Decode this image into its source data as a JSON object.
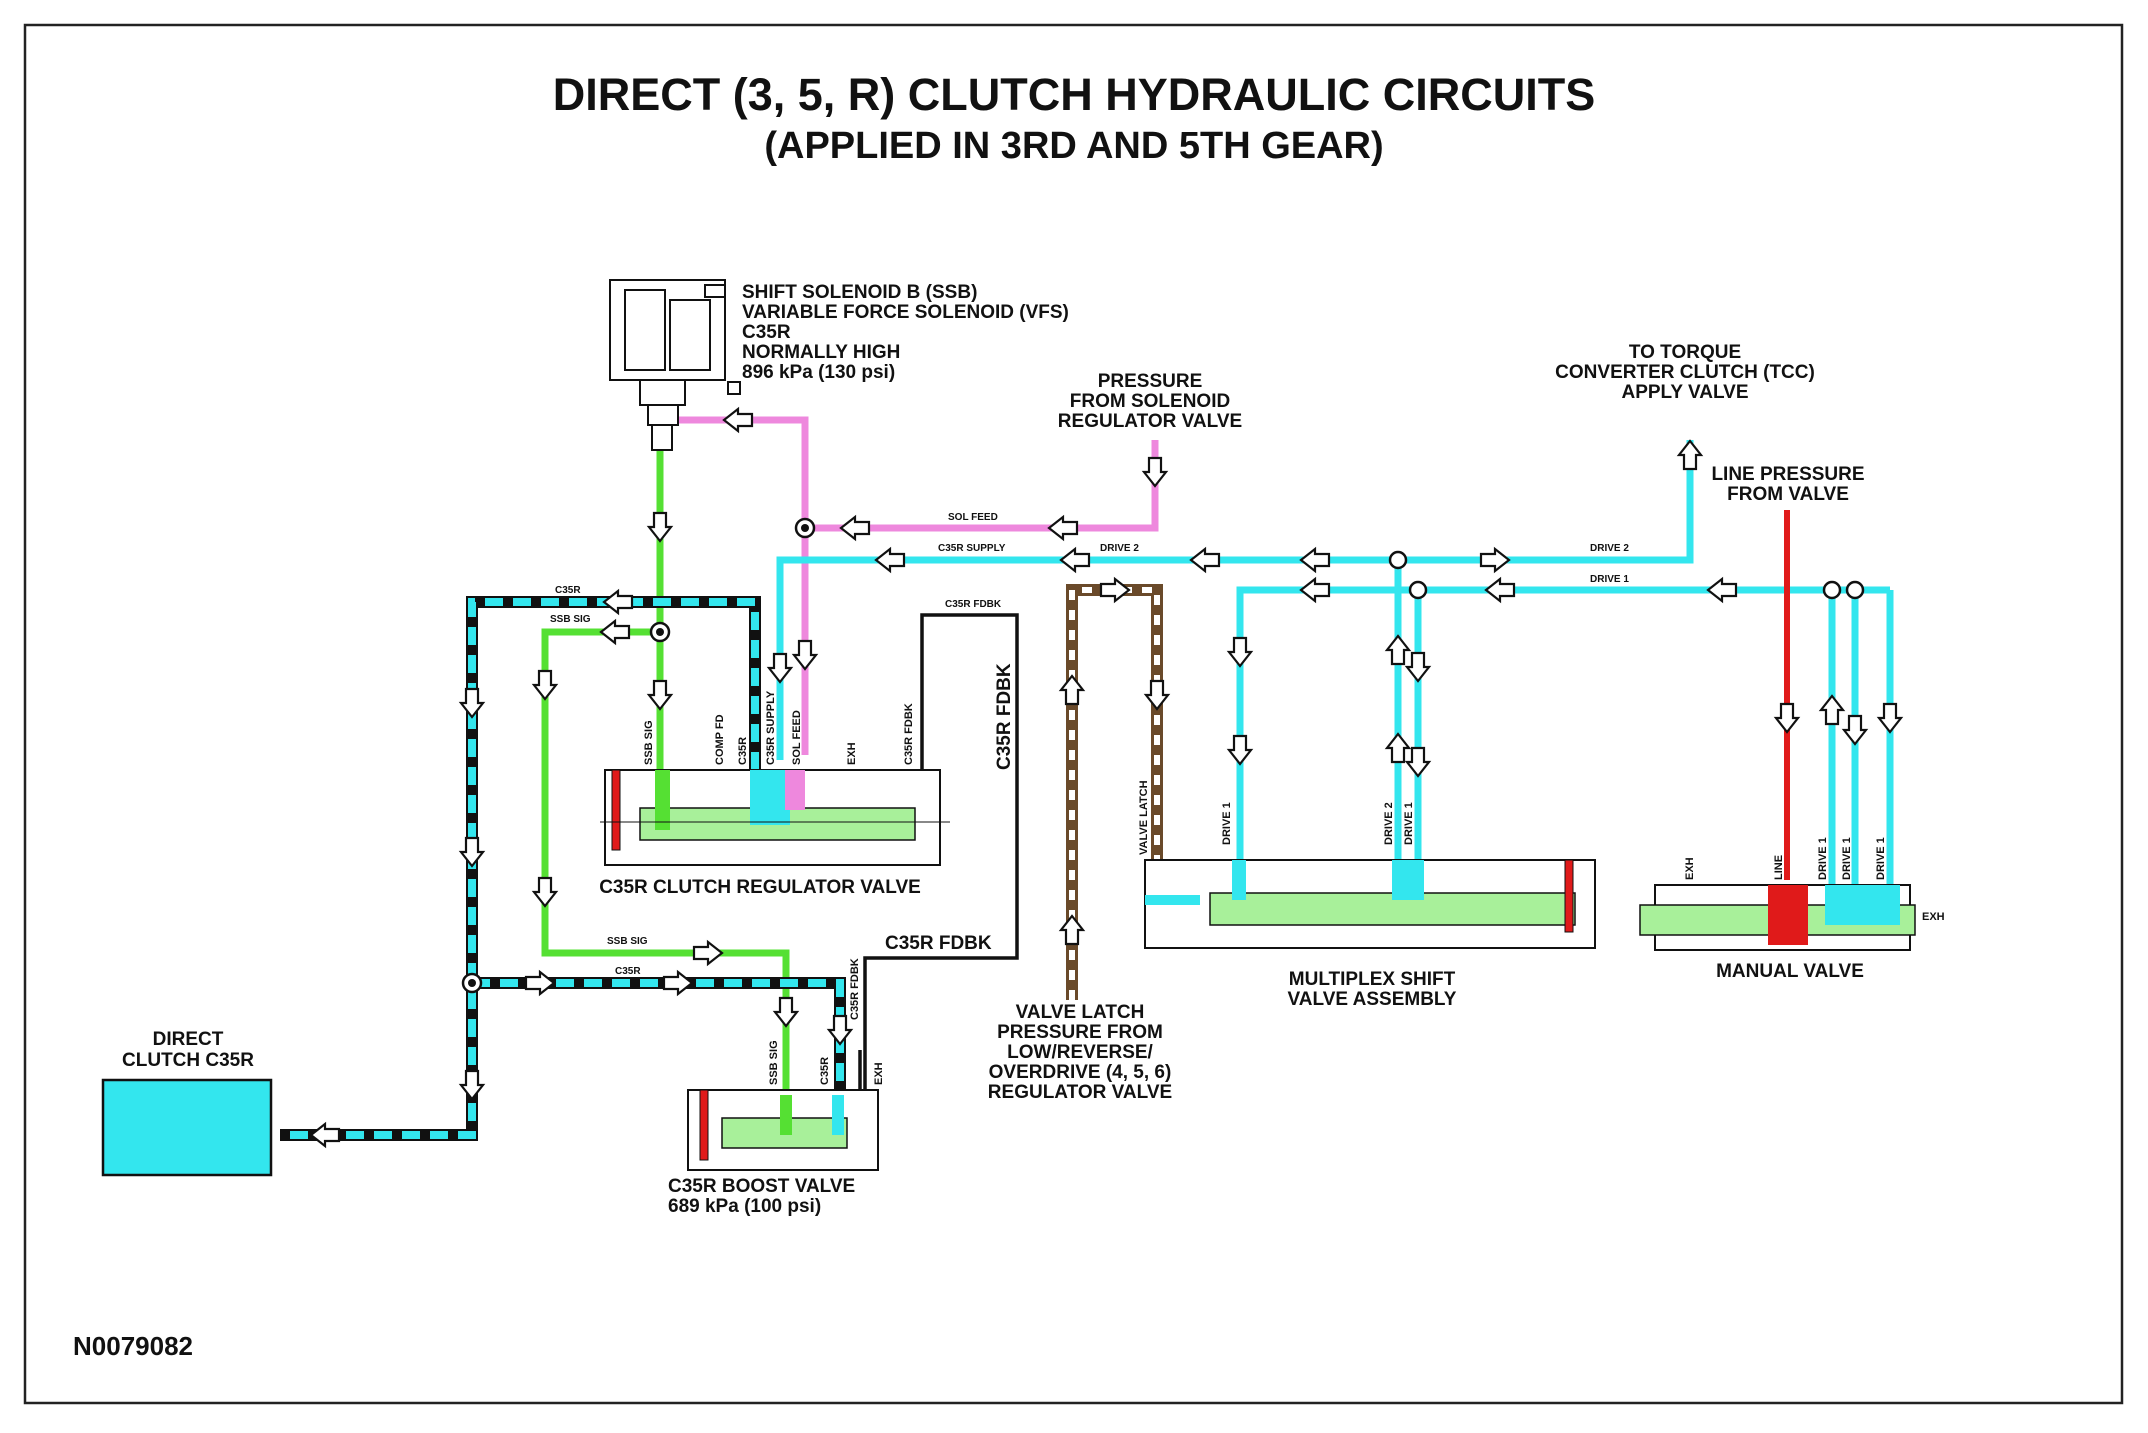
{
  "title": "DIRECT (3, 5, R) CLUTCH HYDRAULIC CIRCUITS",
  "subtitle": "(APPLIED IN 3RD AND 5TH GEAR)",
  "figure_id": "N0079082",
  "colors": {
    "cyan_circuit": "#33e6ee",
    "green_circuit": "#55e033",
    "pink_circuit": "#ee88dd",
    "red_line": "#e01a1a",
    "latch_brown": "#6a4a2a",
    "frame": "#222222",
    "valve_green": "#a8f09a"
  },
  "labels": {
    "ssb": [
      "SHIFT SOLENOID B (SSB)",
      "VARIABLE FORCE SOLENOID (VFS)",
      "C35R",
      "NORMALLY HIGH",
      "896 kPa (130 psi)"
    ],
    "pressure_sol": [
      "PRESSURE",
      "FROM SOLENOID",
      "REGULATOR VALVE"
    ],
    "tcc": [
      "TO TORQUE",
      "CONVERTER CLUTCH (TCC)",
      "APPLY VALVE"
    ],
    "line_pressure": [
      "LINE PRESSURE",
      "FROM VALVE"
    ],
    "c35r_reg": "C35R CLUTCH REGULATOR VALVE",
    "multiplex": [
      "MULTIPLEX SHIFT",
      "VALVE ASSEMBLY"
    ],
    "manual": "MANUAL VALVE",
    "direct_clutch": [
      "DIRECT",
      "CLUTCH C35R"
    ],
    "boost": [
      "C35R BOOST VALVE",
      "689 kPa (100 psi)"
    ],
    "valve_latch": [
      "VALVE LATCH",
      "PRESSURE FROM",
      "LOW/REVERSE/",
      "OVERDRIVE (4, 5, 6)",
      "REGULATOR VALVE"
    ],
    "c35r_fdbk_large": "C35R FDBK",
    "c35r_fdbk_vert": "C35R FDBK",
    "exh": "EXH"
  },
  "line_labels": {
    "sol_feed": "SOL FEED",
    "c35r_supply": "C35R SUPPLY",
    "drive2_a": "DRIVE 2",
    "drive2_b": "DRIVE 2",
    "drive1": "DRIVE 1",
    "c35r_top": "C35R",
    "ssb_sig_top": "SSB SIG",
    "c35r_fdbk_top": "C35R FDBK",
    "ssb_sig_low": "SSB SIG",
    "c35r_low": "C35R"
  },
  "ports": {
    "reg": [
      "SSB SIG",
      "COMP FD",
      "C35R",
      "C35R SUPPLY",
      "SOL FEED",
      "EXH",
      "C35R FDBK"
    ],
    "boost": [
      "SSB SIG",
      "C35R",
      "C35R FDBK",
      "EXH"
    ],
    "multiplex": [
      "VALVE LATCH",
      "DRIVE 1",
      "DRIVE 2",
      "DRIVE 1"
    ],
    "manual": [
      "EXH",
      "LINE",
      "DRIVE 1",
      "DRIVE 1",
      "DRIVE 1"
    ]
  }
}
